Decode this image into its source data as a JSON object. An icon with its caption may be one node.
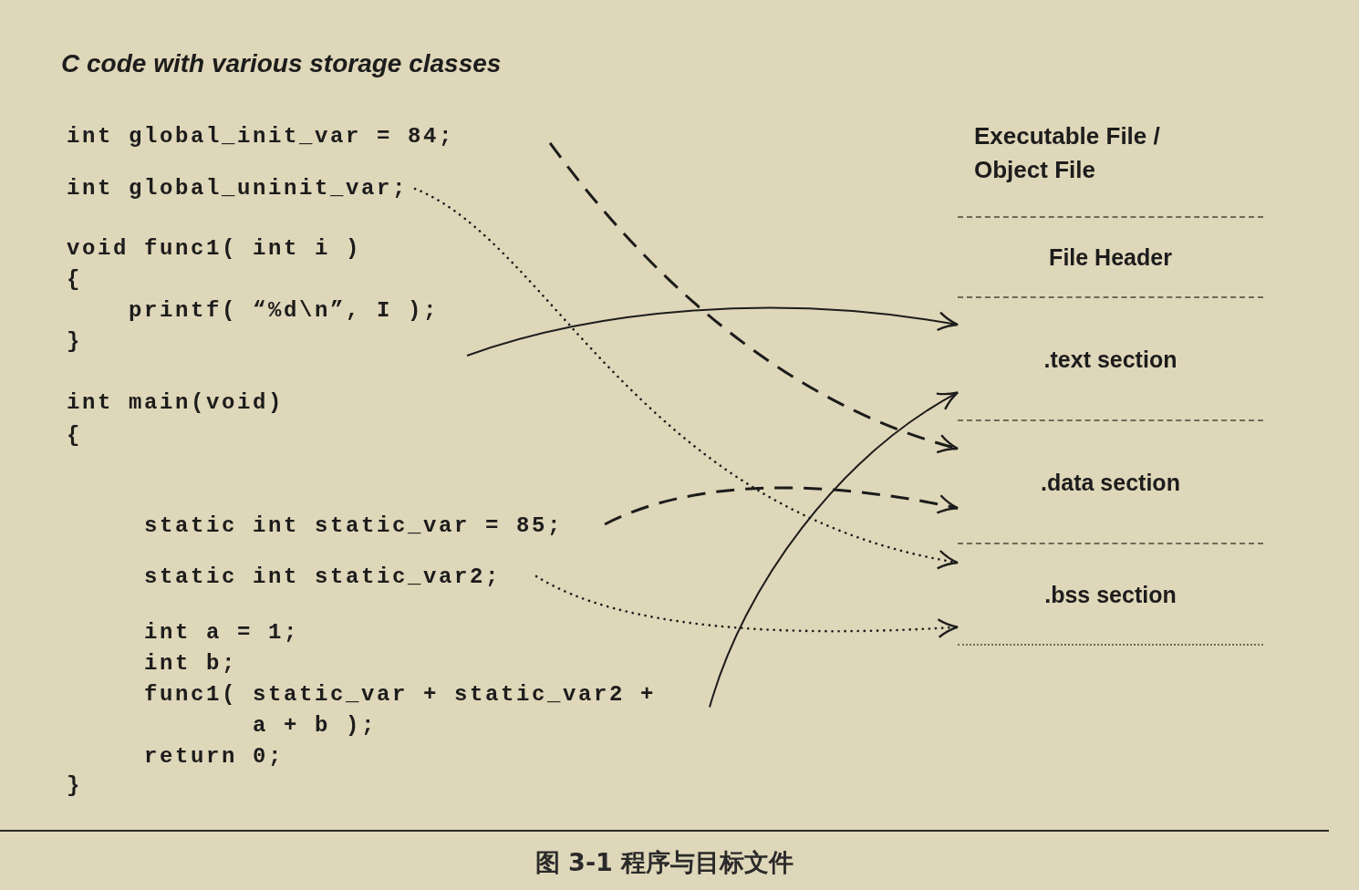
{
  "diagram": {
    "title": "C code with various storage classes",
    "nodes": [
      {
        "text": [
          "int global_init_var = 84;"
        ]
      },
      {
        "text": [
          "int global_uninit_var;"
        ]
      },
      {
        "text": [
          "void func1( int i )",
          "{",
          "printf( “%d\\n”, I );",
          "}"
        ]
      },
      {
        "text": [
          "static int static_var = 85;"
        ]
      },
      {
        "text": [
          "static int static_var2;"
        ]
      },
      {
        "text": [
          "int a = 1;",
          "int b;",
          "func1( static_var + static_var2 + a + b );",
          "return 0;"
        ]
      },
      {
        "text": [
          "File Header"
        ]
      },
      {
        "text": [
          ".text section"
        ]
      },
      {
        "text": [
          ".data section"
        ]
      },
      {
        "text": [
          ".bss section"
        ]
      }
    ],
    "edges": [
      {
        "from": 0,
        "to": 8,
        "arrow": "to",
        "style": "dashed"
      },
      {
        "from": 1,
        "to": 9,
        "arrow": "to",
        "style": "dashed"
      },
      {
        "from": 2,
        "to": 7,
        "arrow": "to"
      },
      {
        "from": 3,
        "to": 8,
        "arrow": "to",
        "style": "dashed"
      },
      {
        "from": 4,
        "to": 9,
        "arrow": "to",
        "style": "dashed"
      },
      {
        "from": 5,
        "to": 7,
        "arrow": "to"
      }
    ],
    "labels": [
      "Executable File / Object File",
      "int main(void)",
      "{",
      "}"
    ],
    "caption": "图 3-1 程序与目标文件"
  }
}
